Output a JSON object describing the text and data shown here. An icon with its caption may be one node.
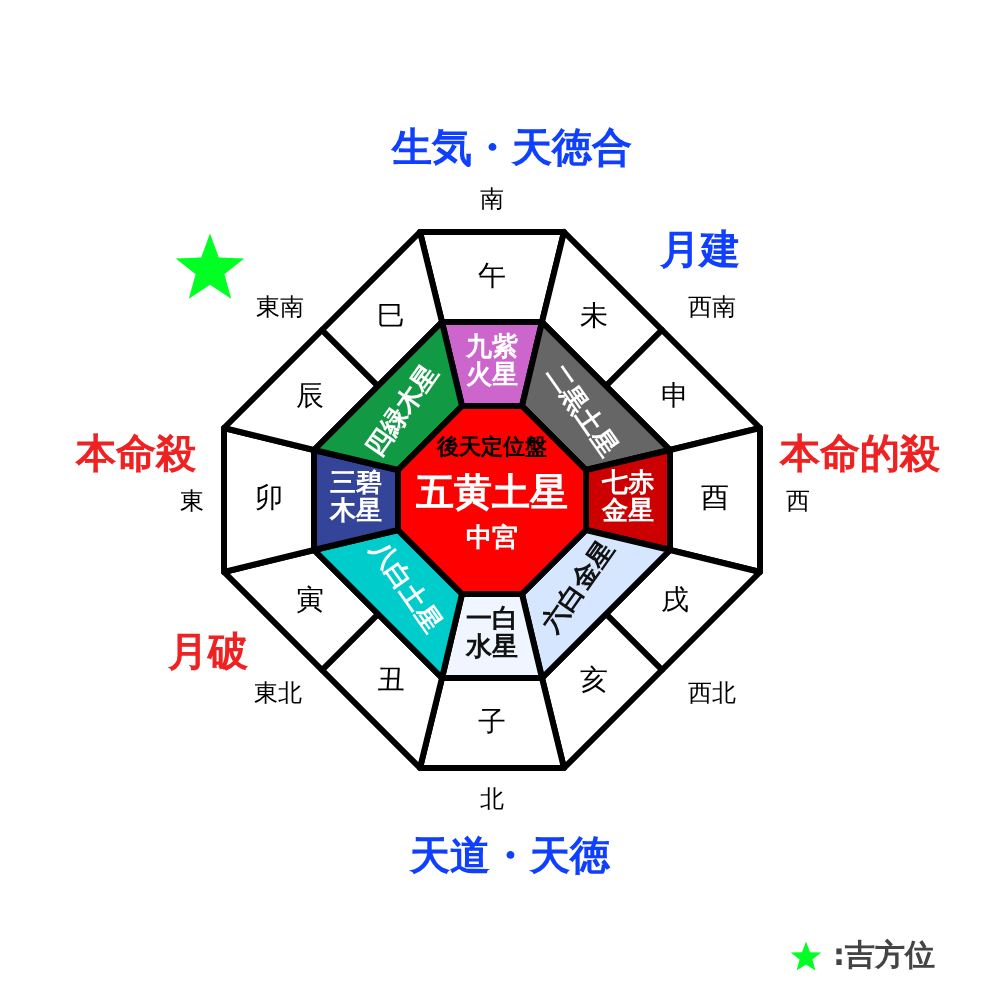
{
  "diagram": {
    "nodes": [
      {
        "text": [
          "後天定位盤",
          "五黄土星",
          "中宮"
        ]
      },
      {
        "text": [
          "九紫火星"
        ]
      },
      {
        "text": [
          "二黒土星"
        ]
      },
      {
        "text": [
          "七赤金星"
        ]
      },
      {
        "text": [
          "六白金星"
        ]
      },
      {
        "text": [
          "一白水星"
        ]
      },
      {
        "text": [
          "八白土星"
        ]
      },
      {
        "text": [
          "三碧木星"
        ]
      },
      {
        "text": [
          "四緑木星"
        ]
      },
      {
        "text": [
          "午"
        ]
      },
      {
        "text": [
          "未"
        ]
      },
      {
        "text": [
          "申"
        ]
      },
      {
        "text": [
          "酉"
        ]
      },
      {
        "text": [
          "戌"
        ]
      },
      {
        "text": [
          "亥"
        ]
      },
      {
        "text": [
          "子"
        ]
      },
      {
        "text": [
          "丑"
        ]
      },
      {
        "text": [
          "寅"
        ]
      },
      {
        "text": [
          "卯"
        ]
      },
      {
        "text": [
          "辰"
        ]
      },
      {
        "text": [
          "巳"
        ]
      }
    ],
    "edges": [],
    "labels": [
      "生気・天徳合",
      "南",
      "月建",
      "東南",
      "西南",
      "本命殺",
      "本命的殺",
      "東",
      "西",
      "月破",
      "東北",
      "西北",
      "北",
      "天道・天徳"
    ],
    "legend": [
      {
        "text": ":吉方位"
      }
    ]
  }
}
